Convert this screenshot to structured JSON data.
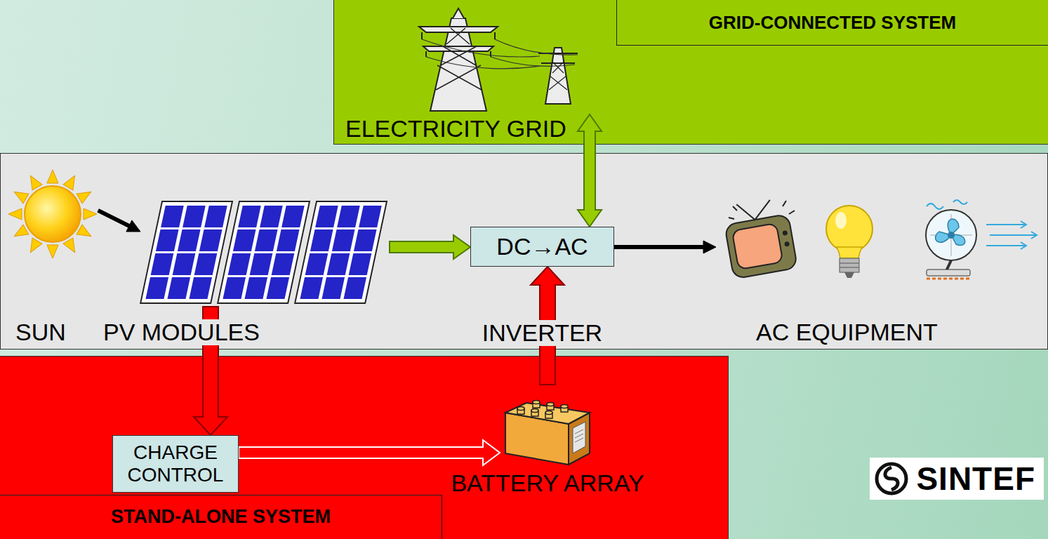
{
  "diagram": {
    "nodes": [
      {
        "text": [
          "GRID-CONNECTED SYSTEM"
        ]
      },
      {
        "text": [
          "ELECTRICITY GRID"
        ],
        "in": 0
      },
      {
        "text": [
          "SUN"
        ]
      },
      {
        "text": [
          "PV MODULES"
        ]
      },
      {
        "text": [
          "DC→AC",
          "INVERTER"
        ]
      },
      {
        "text": [
          "AC EQUIPMENT"
        ]
      },
      {
        "text": [
          "STAND-ALONE SYSTEM"
        ]
      },
      {
        "text": [
          "CHARGE CONTROL"
        ],
        "in": 6
      },
      {
        "text": [
          "BATTERY ARRAY"
        ],
        "in": 6
      }
    ],
    "edges": [
      {
        "from": 2,
        "to": 3,
        "arrow": "to"
      },
      {
        "from": 3,
        "to": 4,
        "arrow": "to"
      },
      {
        "from": 4,
        "to": 1,
        "arrow": "both"
      },
      {
        "from": 4,
        "to": 5,
        "arrow": "to"
      },
      {
        "from": 3,
        "to": 7,
        "arrow": "to"
      },
      {
        "from": 7,
        "to": 8,
        "arrow": "to"
      },
      {
        "from": 8,
        "to": 4,
        "arrow": "to"
      }
    ],
    "labels": [
      "SINTEF"
    ]
  }
}
